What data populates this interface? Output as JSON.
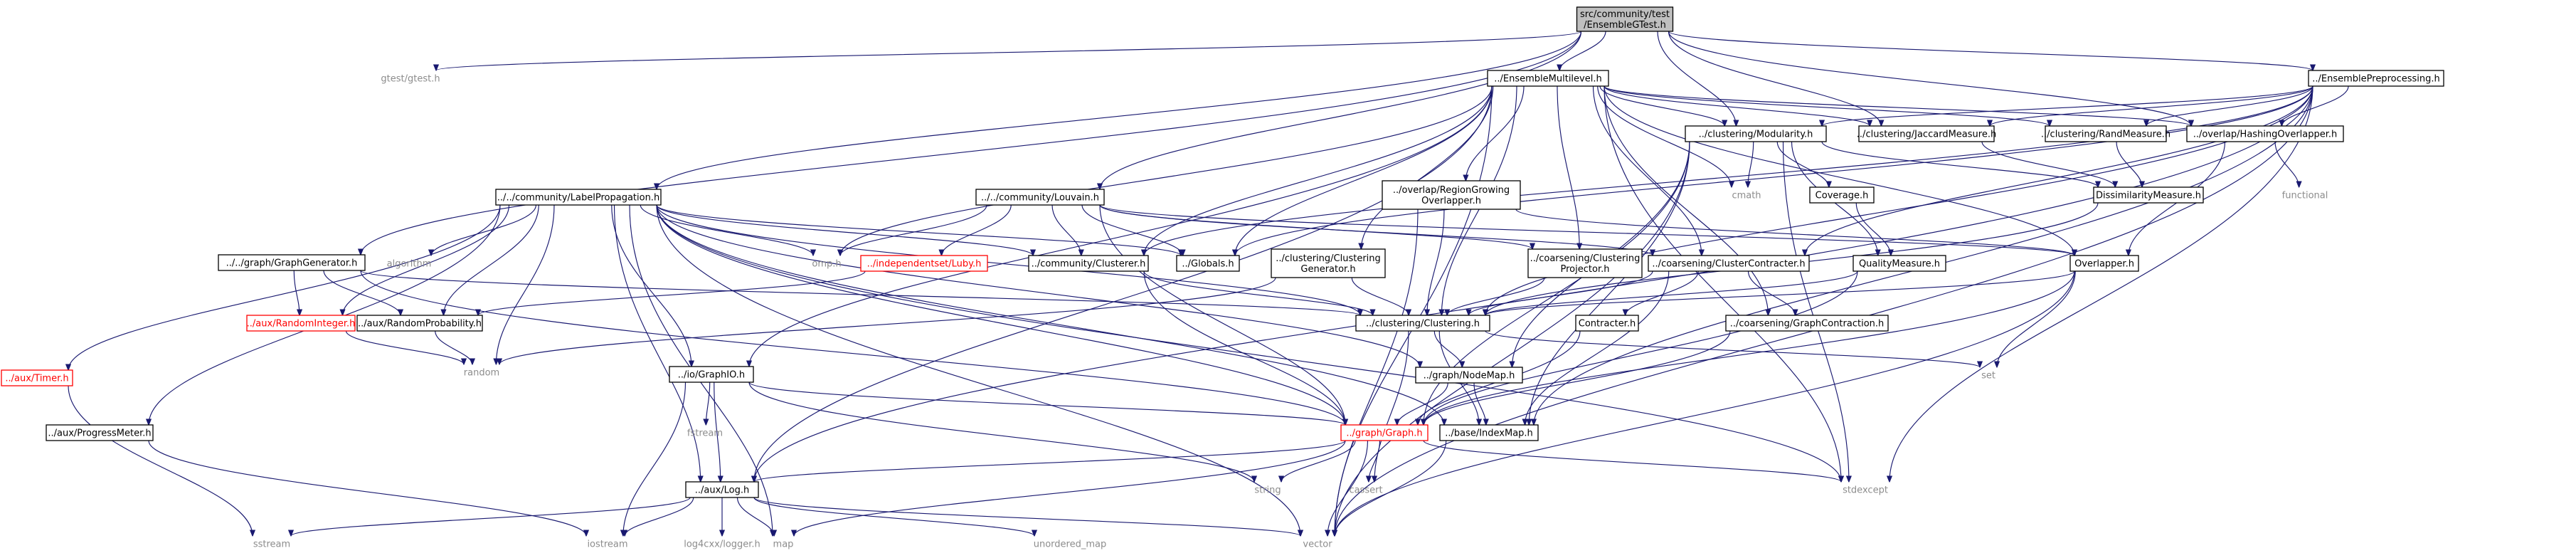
{
  "graph": {
    "title": "",
    "colors": {
      "edge": "#191970",
      "root_fill": "#bfbfbf",
      "error_node": "#ff0000",
      "system_header_text": "#8c8c8c"
    },
    "nodes": [
      {
        "id": "root",
        "label": [
          "src/community/test",
          "/EnsembleGTest.h"
        ],
        "kind": "root"
      },
      {
        "id": "gtest",
        "label": [
          "gtest/gtest.h"
        ],
        "kind": "system"
      },
      {
        "id": "ensmulti",
        "label": [
          "../EnsembleMultilevel.h"
        ],
        "kind": "local"
      },
      {
        "id": "enspre",
        "label": [
          "../EnsemblePreprocessing.h"
        ],
        "kind": "local"
      },
      {
        "id": "labelprop",
        "label": [
          "../../community/LabelPropagation.h"
        ],
        "kind": "local"
      },
      {
        "id": "louvain",
        "label": [
          "../../community/Louvain.h"
        ],
        "kind": "local"
      },
      {
        "id": "graphgen",
        "label": [
          "../../graph/GraphGenerator.h"
        ],
        "kind": "local"
      },
      {
        "id": "modularity",
        "label": [
          "../clustering/Modularity.h"
        ],
        "kind": "local"
      },
      {
        "id": "jaccard",
        "label": [
          "../clustering/JaccardMeasure.h"
        ],
        "kind": "local"
      },
      {
        "id": "rand",
        "label": [
          "../clustering/RandMeasure.h"
        ],
        "kind": "local"
      },
      {
        "id": "hashing",
        "label": [
          "../overlap/HashingOverlapper.h"
        ],
        "kind": "local"
      },
      {
        "id": "regiongrowing",
        "label": [
          "../overlap/RegionGrowing",
          "Overlapper.h"
        ],
        "kind": "local"
      },
      {
        "id": "cmath",
        "label": [
          "cmath"
        ],
        "kind": "system"
      },
      {
        "id": "coverage",
        "label": [
          "Coverage.h"
        ],
        "kind": "local"
      },
      {
        "id": "dissimilarity",
        "label": [
          "DissimilarityMeasure.h"
        ],
        "kind": "local"
      },
      {
        "id": "functional",
        "label": [
          "functional"
        ],
        "kind": "system"
      },
      {
        "id": "algorithm",
        "label": [
          "algorithm"
        ],
        "kind": "system"
      },
      {
        "id": "omp",
        "label": [
          "omp.h"
        ],
        "kind": "system"
      },
      {
        "id": "luby",
        "label": [
          "../independentset/Luby.h"
        ],
        "kind": "error"
      },
      {
        "id": "clusterer",
        "label": [
          "../community/Clusterer.h"
        ],
        "kind": "local"
      },
      {
        "id": "globals",
        "label": [
          "../Globals.h"
        ],
        "kind": "local"
      },
      {
        "id": "clustgen",
        "label": [
          "../clustering/Clustering",
          "Generator.h"
        ],
        "kind": "local"
      },
      {
        "id": "clustproj",
        "label": [
          "../coarsening/Clustering",
          "Projector.h"
        ],
        "kind": "local"
      },
      {
        "id": "clustcontr",
        "label": [
          "../coarsening/ClusterContracter.h"
        ],
        "kind": "local"
      },
      {
        "id": "quality",
        "label": [
          "QualityMeasure.h"
        ],
        "kind": "local"
      },
      {
        "id": "overlapper",
        "label": [
          "Overlapper.h"
        ],
        "kind": "local"
      },
      {
        "id": "randint",
        "label": [
          "../aux/RandomInteger.h"
        ],
        "kind": "error"
      },
      {
        "id": "randprob",
        "label": [
          "../aux/RandomProbability.h"
        ],
        "kind": "local"
      },
      {
        "id": "clustering",
        "label": [
          "../clustering/Clustering.h"
        ],
        "kind": "local"
      },
      {
        "id": "contracter",
        "label": [
          "Contracter.h"
        ],
        "kind": "local"
      },
      {
        "id": "graphcontr",
        "label": [
          "../coarsening/GraphContraction.h"
        ],
        "kind": "local"
      },
      {
        "id": "timer",
        "label": [
          "../aux/Timer.h"
        ],
        "kind": "error"
      },
      {
        "id": "random",
        "label": [
          "random"
        ],
        "kind": "system"
      },
      {
        "id": "graphio",
        "label": [
          "../io/GraphIO.h"
        ],
        "kind": "local"
      },
      {
        "id": "nodemap",
        "label": [
          "../graph/NodeMap.h"
        ],
        "kind": "local"
      },
      {
        "id": "set",
        "label": [
          "set"
        ],
        "kind": "system"
      },
      {
        "id": "fstream",
        "label": [
          "fstream"
        ],
        "kind": "system"
      },
      {
        "id": "progress",
        "label": [
          "../aux/ProgressMeter.h"
        ],
        "kind": "local"
      },
      {
        "id": "graph",
        "label": [
          "../graph/Graph.h"
        ],
        "kind": "error"
      },
      {
        "id": "indexmap",
        "label": [
          "../base/IndexMap.h"
        ],
        "kind": "local"
      },
      {
        "id": "string",
        "label": [
          "string"
        ],
        "kind": "system"
      },
      {
        "id": "cassert",
        "label": [
          "cassert"
        ],
        "kind": "system"
      },
      {
        "id": "stdexcept",
        "label": [
          "stdexcept"
        ],
        "kind": "system"
      },
      {
        "id": "log",
        "label": [
          "../aux/Log.h"
        ],
        "kind": "local"
      },
      {
        "id": "sstream",
        "label": [
          "sstream"
        ],
        "kind": "system"
      },
      {
        "id": "iostream",
        "label": [
          "iostream"
        ],
        "kind": "system"
      },
      {
        "id": "log4cxx",
        "label": [
          "log4cxx/logger.h"
        ],
        "kind": "system"
      },
      {
        "id": "map",
        "label": [
          "map"
        ],
        "kind": "system"
      },
      {
        "id": "unordered",
        "label": [
          "unordered_map"
        ],
        "kind": "system"
      },
      {
        "id": "vector",
        "label": [
          "vector"
        ],
        "kind": "system"
      }
    ],
    "edges": [
      [
        "root",
        "gtest"
      ],
      [
        "root",
        "ensmulti"
      ],
      [
        "root",
        "enspre"
      ],
      [
        "root",
        "labelprop"
      ],
      [
        "root",
        "louvain"
      ],
      [
        "root",
        "graphgen"
      ],
      [
        "root",
        "modularity"
      ],
      [
        "root",
        "jaccard"
      ],
      [
        "root",
        "hashing"
      ],
      [
        "ensmulti",
        "modularity"
      ],
      [
        "ensmulti",
        "jaccard"
      ],
      [
        "ensmulti",
        "rand"
      ],
      [
        "ensmulti",
        "hashing"
      ],
      [
        "ensmulti",
        "regiongrowing"
      ],
      [
        "ensmulti",
        "cmath"
      ],
      [
        "ensmulti",
        "clusterer"
      ],
      [
        "ensmulti",
        "globals"
      ],
      [
        "ensmulti",
        "clustgen"
      ],
      [
        "ensmulti",
        "clustproj"
      ],
      [
        "ensmulti",
        "clustcontr"
      ],
      [
        "ensmulti",
        "clustering"
      ],
      [
        "ensmulti",
        "graphio"
      ],
      [
        "ensmulti",
        "log"
      ],
      [
        "ensmulti",
        "vector"
      ],
      [
        "ensmulti",
        "overlapper"
      ],
      [
        "ensmulti",
        "stdexcept"
      ],
      [
        "ensmulti",
        "omp"
      ],
      [
        "ensmulti",
        "graphcontr"
      ],
      [
        "enspre",
        "modularity"
      ],
      [
        "enspre",
        "jaccard"
      ],
      [
        "enspre",
        "rand"
      ],
      [
        "enspre",
        "hashing"
      ],
      [
        "enspre",
        "clusterer"
      ],
      [
        "enspre",
        "globals"
      ],
      [
        "enspre",
        "clustcontr"
      ],
      [
        "enspre",
        "clustering"
      ],
      [
        "enspre",
        "stdexcept"
      ],
      [
        "enspre",
        "vector"
      ],
      [
        "enspre",
        "indexmap"
      ],
      [
        "enspre",
        "log"
      ],
      [
        "labelprop",
        "algorithm"
      ],
      [
        "labelprop",
        "omp"
      ],
      [
        "labelprop",
        "clusterer"
      ],
      [
        "labelprop",
        "globals"
      ],
      [
        "labelprop",
        "randint"
      ],
      [
        "labelprop",
        "randprob"
      ],
      [
        "labelprop",
        "clustering"
      ],
      [
        "labelprop",
        "timer"
      ],
      [
        "labelprop",
        "random"
      ],
      [
        "labelprop",
        "graphio"
      ],
      [
        "labelprop",
        "progress"
      ],
      [
        "labelprop",
        "nodemap"
      ],
      [
        "labelprop",
        "indexmap"
      ],
      [
        "labelprop",
        "stdexcept"
      ],
      [
        "labelprop",
        "log"
      ],
      [
        "labelprop",
        "map"
      ],
      [
        "labelprop",
        "vector"
      ],
      [
        "labelprop",
        "graph"
      ],
      [
        "louvain",
        "omp"
      ],
      [
        "louvain",
        "luby"
      ],
      [
        "louvain",
        "clusterer"
      ],
      [
        "louvain",
        "globals"
      ],
      [
        "louvain",
        "clustproj"
      ],
      [
        "louvain",
        "clustcontr"
      ],
      [
        "louvain",
        "overlapper"
      ],
      [
        "louvain",
        "graph"
      ],
      [
        "graphgen",
        "randint"
      ],
      [
        "graphgen",
        "randprob"
      ],
      [
        "graphgen",
        "clustering"
      ],
      [
        "graphgen",
        "graph"
      ],
      [
        "modularity",
        "cmath"
      ],
      [
        "modularity",
        "coverage"
      ],
      [
        "modularity",
        "quality"
      ],
      [
        "modularity",
        "stdexcept"
      ],
      [
        "modularity",
        "vector"
      ],
      [
        "modularity",
        "nodemap"
      ],
      [
        "modularity",
        "indexmap"
      ],
      [
        "modularity",
        "graph"
      ],
      [
        "modularity",
        "dissimilarity"
      ],
      [
        "jaccard",
        "dissimilarity"
      ],
      [
        "rand",
        "dissimilarity"
      ],
      [
        "hashing",
        "functional"
      ],
      [
        "hashing",
        "overlapper"
      ],
      [
        "regiongrowing",
        "clustering"
      ],
      [
        "regiongrowing",
        "vector"
      ],
      [
        "regiongrowing",
        "overlapper"
      ],
      [
        "coverage",
        "quality"
      ],
      [
        "dissimilarity",
        "clustering"
      ],
      [
        "quality",
        "clustering"
      ],
      [
        "quality",
        "graph"
      ],
      [
        "luby",
        "randprob"
      ],
      [
        "clusterer",
        "clustering"
      ],
      [
        "clusterer",
        "graph"
      ],
      [
        "clustgen",
        "clustering"
      ],
      [
        "clustgen",
        "random"
      ],
      [
        "clustproj",
        "clustering"
      ],
      [
        "clustcontr",
        "clustering"
      ],
      [
        "clustcontr",
        "contracter"
      ],
      [
        "clustcontr",
        "graphcontr"
      ],
      [
        "clustcontr",
        "indexmap"
      ],
      [
        "overlapper",
        "clustering"
      ],
      [
        "overlapper",
        "set"
      ],
      [
        "overlapper",
        "graph"
      ],
      [
        "overlapper",
        "vector"
      ],
      [
        "randint",
        "random"
      ],
      [
        "randprob",
        "random"
      ],
      [
        "clustering",
        "set"
      ],
      [
        "clustering",
        "nodemap"
      ],
      [
        "clustering",
        "indexmap"
      ],
      [
        "clustering",
        "cassert"
      ],
      [
        "contracter",
        "graph"
      ],
      [
        "graphcontr",
        "graph"
      ],
      [
        "timer",
        "sstream"
      ],
      [
        "graphio",
        "fstream"
      ],
      [
        "graphio",
        "iostream"
      ],
      [
        "graphio",
        "log"
      ],
      [
        "graphio",
        "graph"
      ],
      [
        "graphio",
        "string"
      ],
      [
        "nodemap",
        "graph"
      ],
      [
        "nodemap",
        "indexmap"
      ],
      [
        "progress",
        "iostream"
      ],
      [
        "graph",
        "string"
      ],
      [
        "graph",
        "cassert"
      ],
      [
        "graph",
        "vector"
      ],
      [
        "graph",
        "stdexcept"
      ],
      [
        "graph",
        "log"
      ],
      [
        "graph",
        "map"
      ],
      [
        "indexmap",
        "vector"
      ],
      [
        "log",
        "sstream"
      ],
      [
        "log",
        "iostream"
      ],
      [
        "log",
        "log4cxx"
      ],
      [
        "log",
        "map"
      ],
      [
        "log",
        "unordered"
      ],
      [
        "log",
        "vector"
      ]
    ]
  }
}
